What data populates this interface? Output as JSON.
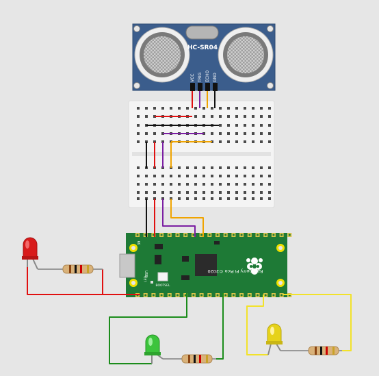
{
  "sensor": {
    "model": "HC-SR04",
    "pins": [
      "VCC",
      "TRIG",
      "ECHO",
      "GND"
    ]
  },
  "board": {
    "name": "Raspberry Pi Pico ©2020",
    "usb_label": "USB",
    "bootsel_label": "BOOTSEL",
    "led_label": "LED",
    "pin_number": "39"
  },
  "leds": [
    {
      "name": "red-led",
      "color": "#d81b1b"
    },
    {
      "name": "green-led",
      "color": "#3cc43c"
    },
    {
      "name": "yellow-led",
      "color": "#e6d21a"
    }
  ],
  "colors": {
    "wire_red": "#e01010",
    "wire_black": "#111111",
    "wire_purple": "#7b1fa2",
    "wire_orange": "#f0a400",
    "wire_green": "#1b8c1b",
    "wire_yellow": "#f2e22a",
    "pcb_green": "#1e7a36",
    "sensor_blue": "#3b5d8c"
  }
}
